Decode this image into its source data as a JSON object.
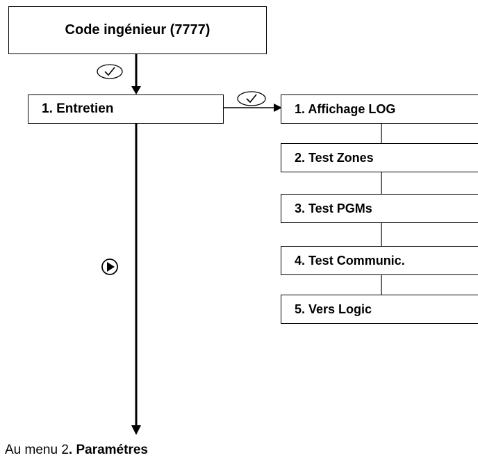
{
  "root": {
    "label": "Code ingénieur (7777)"
  },
  "entretien": {
    "label": "1. Entretien"
  },
  "submenu": [
    {
      "label": "1. Affichage LOG"
    },
    {
      "label": "2. Test Zones"
    },
    {
      "label": "3. Test PGMs"
    },
    {
      "label": "4. Test Communic."
    },
    {
      "label": "5. Vers Logic"
    }
  ],
  "footer": {
    "prefix": "Au menu 2",
    "bold": ". Paramétres"
  },
  "icons": [
    "check-button-icon",
    "next-arrow-button-icon"
  ]
}
